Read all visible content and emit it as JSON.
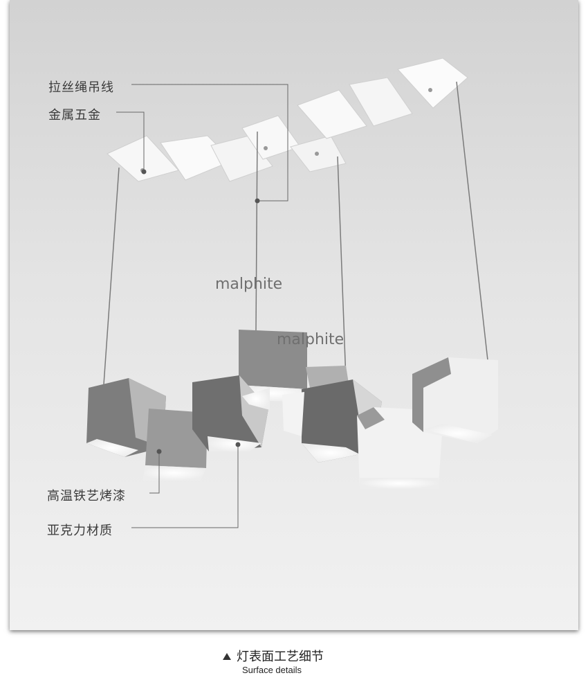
{
  "labels": {
    "wire": "拉丝绳吊线",
    "hardware": "金属五金",
    "paint": "高温铁艺烤漆",
    "acrylic": "亚克力材质"
  },
  "watermarks": [
    "malphite",
    "malphite"
  ],
  "caption": {
    "title": "灯表面工艺细节",
    "subtitle": "Surface details"
  },
  "icons": {
    "caption_marker": "triangle-up-icon"
  }
}
